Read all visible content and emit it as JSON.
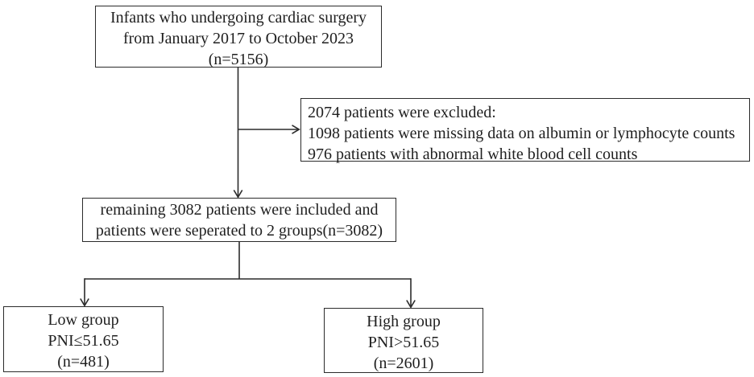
{
  "diagram": {
    "type": "flowchart",
    "boxes": {
      "top": {
        "lines": [
          "Infants who undergoing cardiac surgery",
          "from January 2017 to October 2023",
          "(n=5156)"
        ]
      },
      "excluded": {
        "lines": [
          "2074 patients were excluded:",
          "1098 patients were missing data on albumin or lymphocyte counts",
          "976 patients with abnormal white blood cell counts"
        ]
      },
      "included": {
        "lines": [
          "remaining 3082 patients were included and",
          "patients were seperated to 2 groups(n=3082)"
        ]
      },
      "low_group": {
        "lines": [
          "Low group",
          "PNI≤51.65",
          "(n=481)"
        ]
      },
      "high_group": {
        "lines": [
          "High group",
          "PNI>51.65",
          "(n=2601)"
        ]
      }
    },
    "colors": {
      "line": "#2b2b2b",
      "text": "#1f1f1f",
      "background": "#ffffff"
    }
  }
}
